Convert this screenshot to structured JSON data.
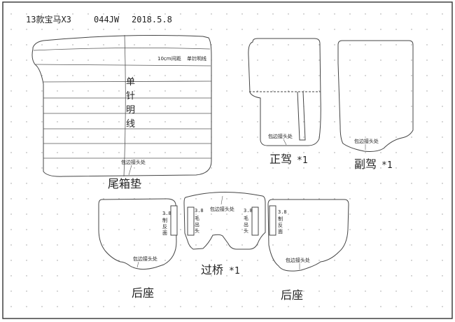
{
  "header": {
    "model": "13款宝马X3",
    "code": "044JW",
    "date": "2018.5.8"
  },
  "trunk": {
    "spacing_note": "10cm间距",
    "stitch_note": "单针明线",
    "vertical_label": [
      "单",
      "针",
      "明",
      "线"
    ],
    "binding_note": "包边接头处",
    "name": "尾箱垫"
  },
  "driver": {
    "binding_note": "包边接头处",
    "name": "正驾",
    "qty": "*1"
  },
  "passenger": {
    "binding_note": "包边接头处",
    "name": "副驾",
    "qty": "*1"
  },
  "rear_left": {
    "slot_label": [
      "3.8",
      "制",
      "反",
      "面"
    ],
    "binding_note": "包边接头处",
    "name": "后座"
  },
  "bridge": {
    "left_slot": [
      "3.8",
      "毛",
      "出",
      "头"
    ],
    "right_slot": [
      "3.8",
      "毛",
      "出",
      "头"
    ],
    "binding_note": "包边接头处",
    "name": "过桥",
    "qty": "*1"
  },
  "rear_right": {
    "slot_label": [
      "3.8",
      "制",
      "反",
      "面"
    ],
    "binding_note": "包边接头处",
    "name": "后座"
  },
  "colors": {
    "line": "#444444",
    "dot": "#9a9a9a",
    "text": "#222222"
  }
}
